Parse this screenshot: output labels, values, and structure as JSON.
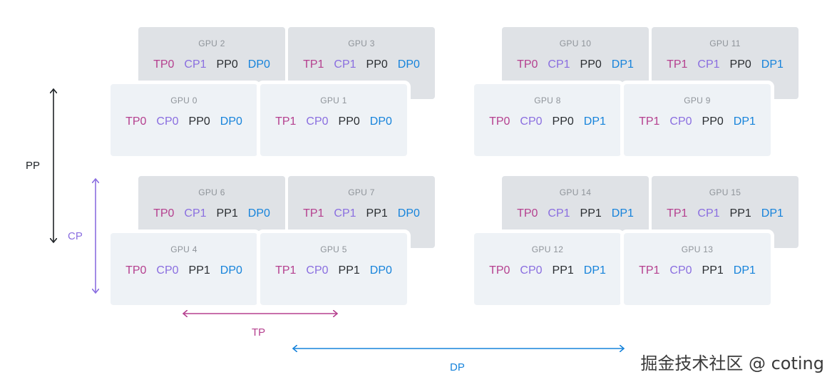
{
  "colors": {
    "tp": "#b5408f",
    "cp": "#8a6ee0",
    "pp": "#2a2d31",
    "dp": "#1683db",
    "back_card": "#dfe2e6",
    "front_card": "#eef2f6"
  },
  "gpus": [
    {
      "name": "GPU 0",
      "tags": [
        "TP0",
        "CP0",
        "PP0",
        "DP0"
      ],
      "layer": "front"
    },
    {
      "name": "GPU 1",
      "tags": [
        "TP1",
        "CP0",
        "PP0",
        "DP0"
      ],
      "layer": "front"
    },
    {
      "name": "GPU 2",
      "tags": [
        "TP0",
        "CP1",
        "PP0",
        "DP0"
      ],
      "layer": "back"
    },
    {
      "name": "GPU 3",
      "tags": [
        "TP1",
        "CP1",
        "PP0",
        "DP0"
      ],
      "layer": "back"
    },
    {
      "name": "GPU 4",
      "tags": [
        "TP0",
        "CP0",
        "PP1",
        "DP0"
      ],
      "layer": "front"
    },
    {
      "name": "GPU 5",
      "tags": [
        "TP1",
        "CP0",
        "PP1",
        "DP0"
      ],
      "layer": "front"
    },
    {
      "name": "GPU 6",
      "tags": [
        "TP0",
        "CP1",
        "PP1",
        "DP0"
      ],
      "layer": "back"
    },
    {
      "name": "GPU 7",
      "tags": [
        "TP1",
        "CP1",
        "PP1",
        "DP0"
      ],
      "layer": "back"
    },
    {
      "name": "GPU 8",
      "tags": [
        "TP0",
        "CP0",
        "PP0",
        "DP1"
      ],
      "layer": "front"
    },
    {
      "name": "GPU 9",
      "tags": [
        "TP1",
        "CP0",
        "PP0",
        "DP1"
      ],
      "layer": "front"
    },
    {
      "name": "GPU 10",
      "tags": [
        "TP0",
        "CP1",
        "PP0",
        "DP1"
      ],
      "layer": "back"
    },
    {
      "name": "GPU 11",
      "tags": [
        "TP1",
        "CP1",
        "PP0",
        "DP1"
      ],
      "layer": "back"
    },
    {
      "name": "GPU 12",
      "tags": [
        "TP0",
        "CP0",
        "PP1",
        "DP1"
      ],
      "layer": "front"
    },
    {
      "name": "GPU 13",
      "tags": [
        "TP1",
        "CP0",
        "PP1",
        "DP1"
      ],
      "layer": "front"
    },
    {
      "name": "GPU 14",
      "tags": [
        "TP0",
        "CP1",
        "PP1",
        "DP1"
      ],
      "layer": "back"
    },
    {
      "name": "GPU 15",
      "tags": [
        "TP1",
        "CP1",
        "PP1",
        "DP1"
      ],
      "layer": "back"
    }
  ],
  "axes": {
    "pp": "PP",
    "cp": "CP",
    "tp": "TP",
    "dp": "DP"
  },
  "watermark": "掘金技术社区 @ coting"
}
